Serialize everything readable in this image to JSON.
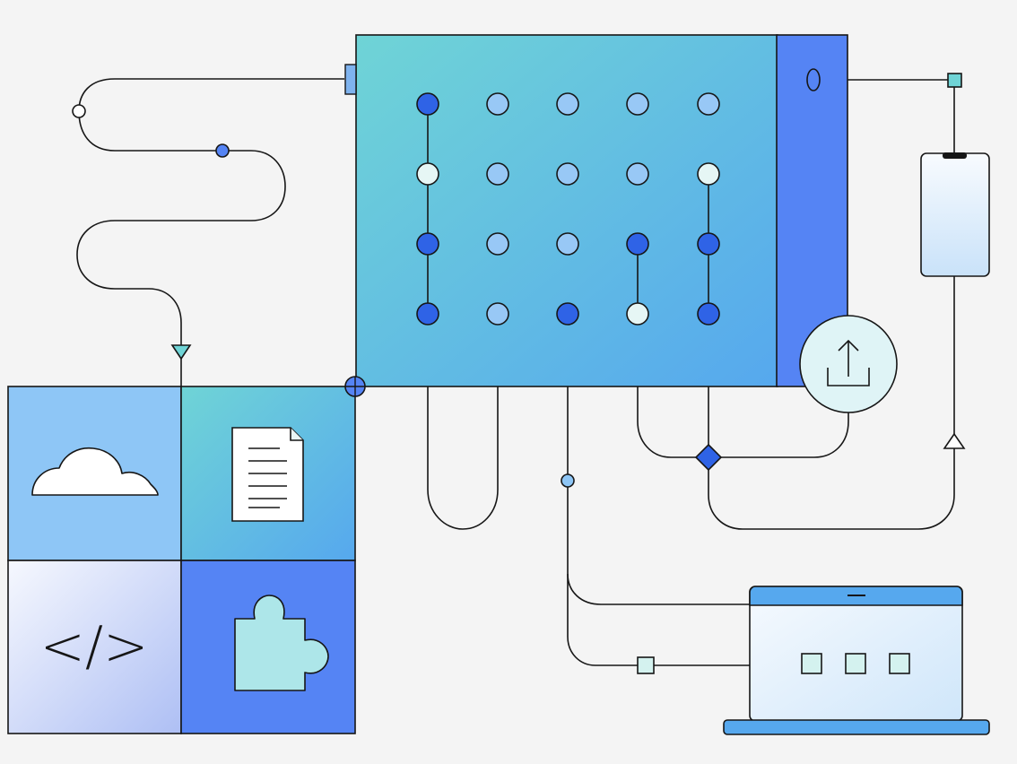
{
  "illustration": {
    "code_symbol": "</>",
    "colors": {
      "background": "#f4f4f4",
      "stroke": "#161616",
      "teal": "#6fd4d6",
      "sky": "#56a8ee",
      "blue": "#5584f4",
      "light_blue": "#8ec6f6",
      "pale": "#e3f3fb",
      "dot_dark": "#2f63e6",
      "dot_mid": "#98c8f6",
      "dot_light": "#e6f6f5",
      "puzzle": "#ade6e9"
    },
    "board": {
      "rows": 4,
      "cols": 5,
      "dot_tones": [
        [
          "dark",
          "mid",
          "mid",
          "mid",
          "mid"
        ],
        [
          "light",
          "mid",
          "mid",
          "mid",
          "light"
        ],
        [
          "dark",
          "mid",
          "mid",
          "dark",
          "dark"
        ],
        [
          "dark",
          "mid",
          "dark",
          "light",
          "dark"
        ]
      ]
    },
    "tiles": [
      {
        "name": "cloud-tile",
        "icon": "cloud-icon",
        "fill": "light_blue"
      },
      {
        "name": "document-tile",
        "icon": "document-icon",
        "fill": "gradient-teal-sky"
      },
      {
        "name": "code-tile",
        "icon": "code-icon",
        "fill": "gradient-pale-lavender"
      },
      {
        "name": "puzzle-tile",
        "icon": "puzzle-icon",
        "fill": "blue"
      }
    ],
    "upload_icon": "upload-icon",
    "phone_icon": "phone-icon",
    "laptop_icon": "laptop-icon"
  }
}
